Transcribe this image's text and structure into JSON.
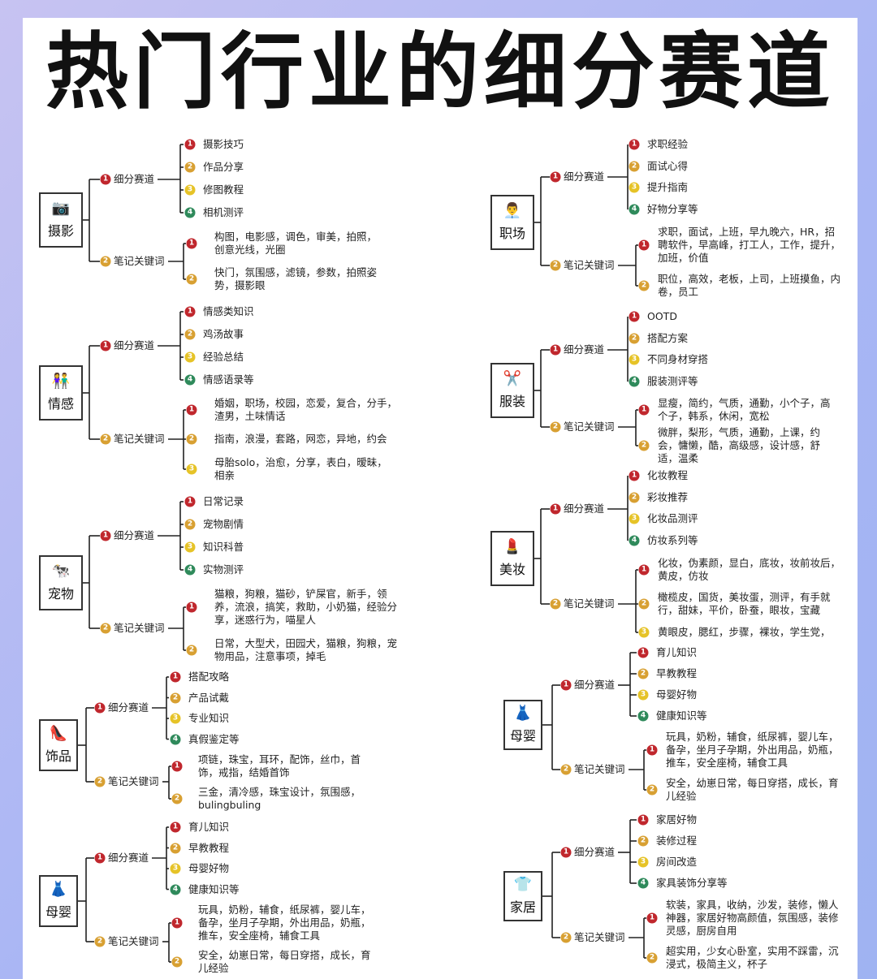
{
  "title": "热门行业的细分赛道",
  "colors": {
    "b1": "#c0272d",
    "b2": "#d8a032",
    "b3": "#e6c327",
    "b4": "#2f8a5b",
    "line": "#222222"
  },
  "branch_labels": {
    "track": "细分赛道",
    "keywords": "笔记关键词"
  },
  "badge_nums": [
    "1",
    "2",
    "3",
    "4"
  ],
  "categories": [
    {
      "name": "摄影",
      "icon": "📷",
      "track": [
        "摄影技巧",
        "作品分享",
        "修图教程",
        "相机测评"
      ],
      "keywords": [
        "构图，电影感，调色，审美，拍照，创意光线，光圈",
        "快门，氛围感，滤镜，参数，拍照姿势，摄影眼"
      ]
    },
    {
      "name": "情感",
      "icon": "👫",
      "track": [
        "情感类知识",
        "鸡汤故事",
        "经验总结",
        "情感语录等"
      ],
      "keywords": [
        "婚姻，职场，校园，恋爱，复合，分手，渣男，土味情话",
        "指南，浪漫，套路，网恋，异地，约会",
        "母胎solo，治愈，分享，表白，暧昧，相亲"
      ]
    },
    {
      "name": "宠物",
      "icon": "🐄",
      "track": [
        "日常记录",
        "宠物剧情",
        "知识科普",
        "实物测评"
      ],
      "keywords": [
        "猫粮，狗粮，猫砂，铲屎官，新手，领养，流浪，搞笑，救助，小奶猫，经验分享，迷惑行为，喵星人",
        "日常，大型犬，田园犬，猫粮，狗粮，宠物用品，注意事项，掉毛"
      ]
    },
    {
      "name": "饰品",
      "icon": "👠",
      "track": [
        "搭配攻略",
        "产品试戴",
        "专业知识",
        "真假鉴定等"
      ],
      "keywords": [
        "项链，珠宝，耳环，配饰，丝巾，首饰，戒指，结婚首饰",
        "三金，清冷感，珠宝设计，氛围感，bulingbuling"
      ]
    },
    {
      "name": "母婴",
      "icon": "👗",
      "track": [
        "育儿知识",
        "早教教程",
        "母婴好物",
        "健康知识等"
      ],
      "keywords": [
        "玩具，奶粉，辅食，纸尿裤，婴儿车，备孕，坐月子孕期，外出用品，奶瓶，推车，安全座椅，辅食工具",
        "安全，幼崽日常，每日穿搭，成长，育儿经验"
      ]
    },
    {
      "name": "职场",
      "icon": "👨‍💼",
      "track": [
        "求职经验",
        "面试心得",
        "提升指南",
        "好物分享等"
      ],
      "keywords": [
        "求职，面试，上班，早九晚六，HR，招聘软件，早高峰，打工人，工作，提升，加班，价值",
        "职位，高效，老板，上司，上班摸鱼，内卷，员工"
      ]
    },
    {
      "name": "服装",
      "icon": "✂️",
      "track": [
        "OOTD",
        "搭配方案",
        "不同身材穿搭",
        "服装测评等"
      ],
      "keywords": [
        "显瘦，简约，气质，通勤，小个子，高个子，韩系，休闲，宽松",
        "微胖，梨形，气质，通勤，上课，约会，慵懒，酷，高级感，设计感，舒适，温柔"
      ]
    },
    {
      "name": "美妆",
      "icon": "💄",
      "track": [
        "化妆教程",
        "彩妆推荐",
        "化妆品测评",
        "仿妆系列等"
      ],
      "keywords": [
        "化妆，伪素颜，显白，底妆，妆前妆后，黄皮，仿妆",
        "橄榄皮，国货，美妆蛋，测评，有手就行，甜妹，平价，卧蚕，眼妆，宝藏",
        "黄眼皮，腮红，步骤，裸妆，学生党，"
      ]
    },
    {
      "name": "母婴",
      "icon": "👗",
      "track": [
        "育儿知识",
        "早教教程",
        "母婴好物",
        "健康知识等"
      ],
      "keywords": [
        "玩具，奶粉，辅食，纸尿裤，婴儿车，备孕，坐月子孕期，外出用品，奶瓶，推车，安全座椅，辅食工具",
        "安全，幼崽日常，每日穿搭，成长，育儿经验"
      ]
    },
    {
      "name": "家居",
      "icon": "👕",
      "track": [
        "家居好物",
        "装修过程",
        "房间改造",
        "家具装饰分享等"
      ],
      "keywords": [
        "软装，家具，收纳，沙发，装修，懒人神器，家居好物高颜值，氛围感，装修灵感，厨房自用",
        "超实用，少女心卧室，实用不踩雷，沉浸式，极简主义，杯子"
      ]
    }
  ]
}
